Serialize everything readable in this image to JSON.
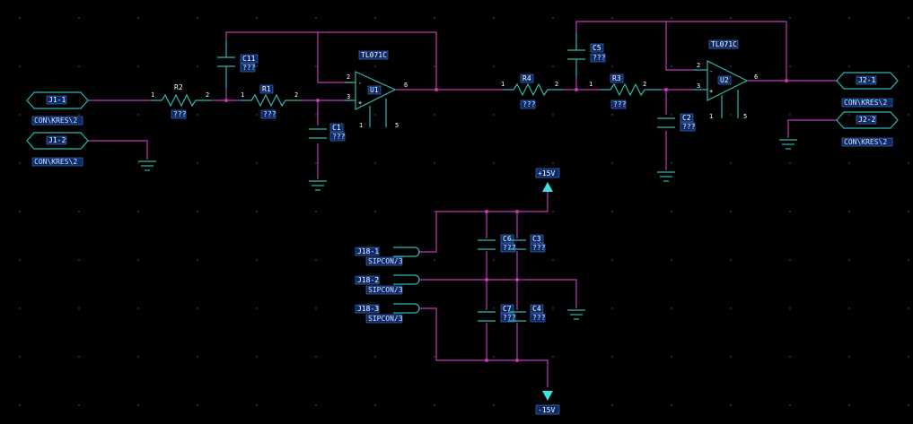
{
  "connectors": {
    "j1_1": "J1-1",
    "j1_2": "J1-2",
    "j1_type": "CON\\KRES\\2",
    "j2_1": "J2-1",
    "j2_2": "J2-2",
    "j2_type": "CON\\KRES\\2",
    "j18_1": "J18-1",
    "j18_2": "J18-2",
    "j18_3": "J18-3",
    "sip": "SIPCON/3"
  },
  "parts": {
    "r1": "R1",
    "r2": "R2",
    "r3": "R3",
    "r4": "R4",
    "c1": "C1",
    "c2": "C2",
    "c3": "C3",
    "c4": "C4",
    "c5": "C5",
    "c6": "C6",
    "c7": "C7",
    "c11": "C11",
    "u1": "U1",
    "u2": "U2",
    "opamp_type": "TL071C",
    "value": "???"
  },
  "pins": {
    "p1": "1",
    "p2": "2",
    "p3": "3",
    "p5": "5",
    "p6": "6",
    "minus": "-",
    "plus": "+"
  },
  "power": {
    "pos": "+15V",
    "neg": "-15V"
  },
  "colors": {
    "background": "#000000",
    "wire": "#c03ab8",
    "component": "#2fb6b0",
    "label_box": "#0a2a6a",
    "power_arrow": "#3fe0e0"
  }
}
